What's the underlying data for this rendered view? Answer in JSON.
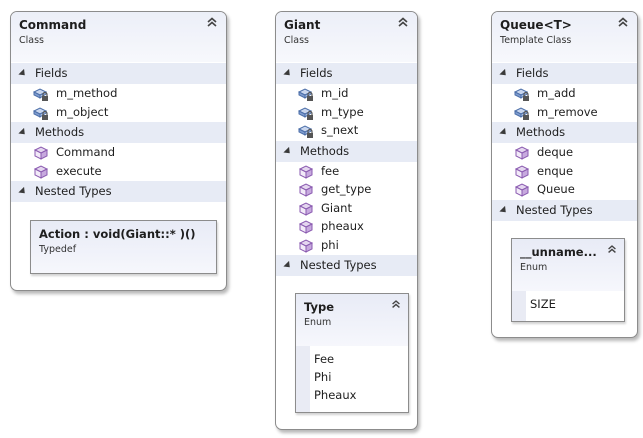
{
  "classes": [
    {
      "name": "Command",
      "kind": "Class",
      "sections": {
        "fields_label": "Fields",
        "fields": [
          "m_method",
          "m_object"
        ],
        "methods_label": "Methods",
        "methods": [
          "Command",
          "execute"
        ],
        "nested_label": "Nested Types"
      },
      "nested": {
        "name": "Action : void(Giant::* )()",
        "kind": "Typedef"
      }
    },
    {
      "name": "Giant",
      "kind": "Class",
      "sections": {
        "fields_label": "Fields",
        "fields": [
          "m_id",
          "m_type",
          "s_next"
        ],
        "methods_label": "Methods",
        "methods": [
          "fee",
          "get_type",
          "Giant",
          "pheaux",
          "phi"
        ],
        "nested_label": "Nested Types"
      },
      "nested": {
        "name": "Type",
        "kind": "Enum",
        "values": [
          "Fee",
          "Phi",
          "Pheaux"
        ]
      }
    },
    {
      "name": "Queue<T>",
      "kind": "Template Class",
      "sections": {
        "fields_label": "Fields",
        "fields": [
          "m_add",
          "m_remove"
        ],
        "methods_label": "Methods",
        "methods": [
          "deque",
          "enque",
          "Queue"
        ],
        "nested_label": "Nested Types"
      },
      "nested": {
        "name": "__unname...",
        "kind": "Enum",
        "values": [
          "SIZE"
        ]
      }
    }
  ],
  "icons": {
    "field": "private-field-icon",
    "method": "method-cube-icon",
    "collapse": "collapse-chevron-icon"
  },
  "colors": {
    "header_gradient_top": "#eceff8",
    "section_band": "#e7ebf5",
    "field_icon": "#4b6ea8",
    "method_icon": "#8a5ab0"
  }
}
